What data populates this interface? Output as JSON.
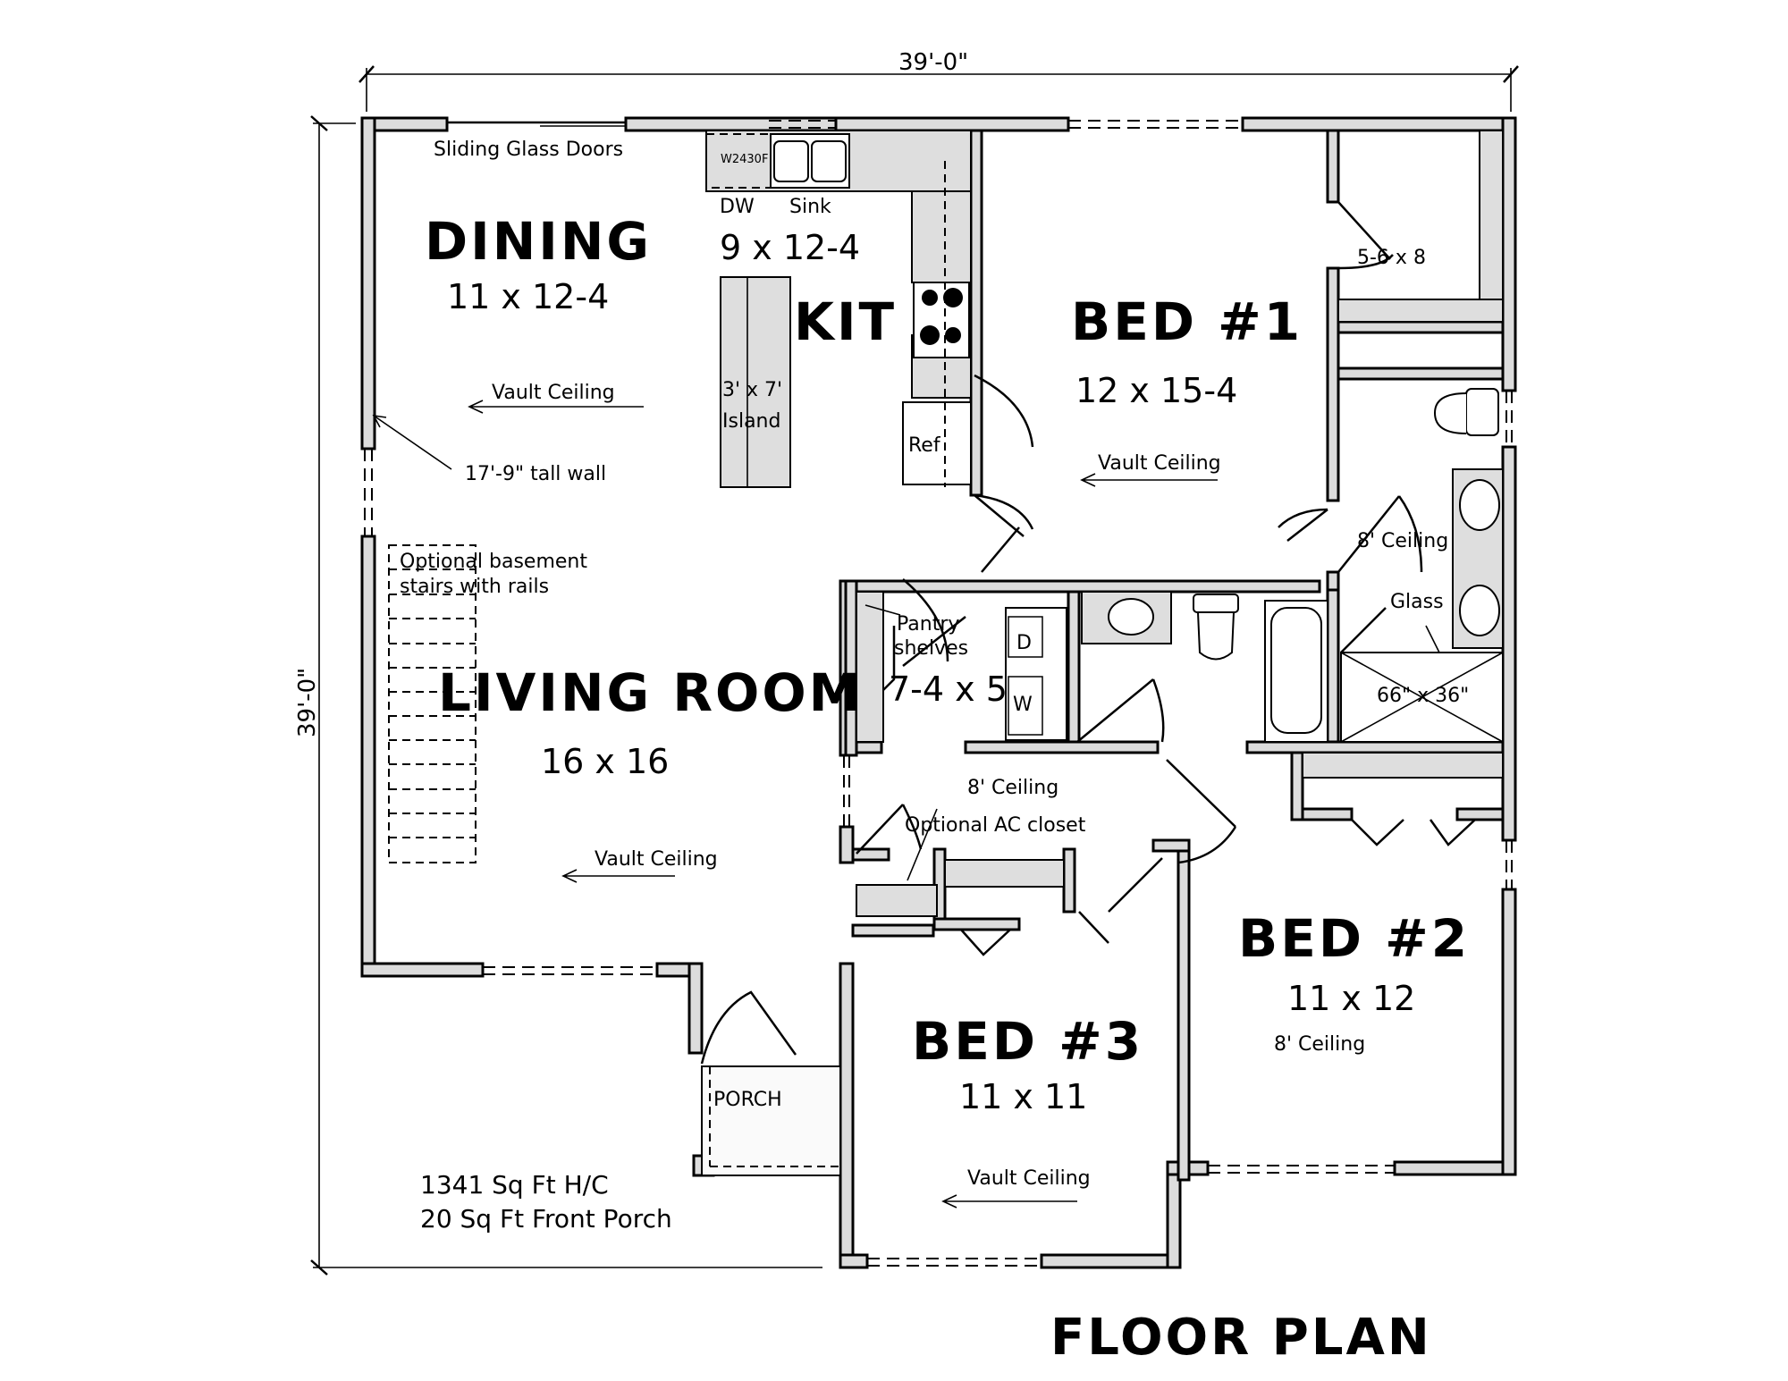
{
  "title": "FLOOR PLAN",
  "dimensions": {
    "width": "39'-0\"",
    "depth": "39'-0\""
  },
  "summary": {
    "heated_area": "1341 Sq Ft H/C",
    "porch_area": "20 Sq Ft Front Porch"
  },
  "rooms": {
    "dining": {
      "name": "DINING",
      "size": "11 x 12-4",
      "ceiling": "Vault Ceiling"
    },
    "kitchen": {
      "name": "KIT",
      "size": "9 x 12-4",
      "island": "3' x 7'",
      "island_label": "Island",
      "dw": "DW",
      "sink": "Sink",
      "ref": "Ref",
      "cabinet": "W2430F"
    },
    "living": {
      "name": "LIVING ROOM",
      "size": "16 x 16",
      "ceiling": "Vault Ceiling"
    },
    "bed1": {
      "name": "BED #1",
      "size": "12 x 15-4",
      "ceiling": "Vault Ceiling"
    },
    "bed1_closet": {
      "size": "5-6 x 8"
    },
    "bed2": {
      "name": "BED #2",
      "size": "11 x 12",
      "ceiling": "8' Ceiling"
    },
    "bed3": {
      "name": "BED #3",
      "size": "11 x 11",
      "ceiling": "Vault Ceiling"
    },
    "master_bath": {
      "ceiling": "8' Ceiling",
      "shower": "66\" x 36\"",
      "glass": "Glass"
    },
    "laundry": {
      "size": "7-4 x 5",
      "pantry": "Pantry",
      "shelves": "shelves",
      "dryer": "D",
      "washer": "W"
    },
    "hall": {
      "ceiling": "8' Ceiling",
      "ac_closet": "Optional AC closet"
    },
    "porch": {
      "name": "PORCH"
    }
  },
  "notes": {
    "sliding_doors": "Sliding Glass Doors",
    "tall_wall": "17'-9\" tall wall",
    "stairs_line1": "Optional basement",
    "stairs_line2": "stairs with rails"
  }
}
